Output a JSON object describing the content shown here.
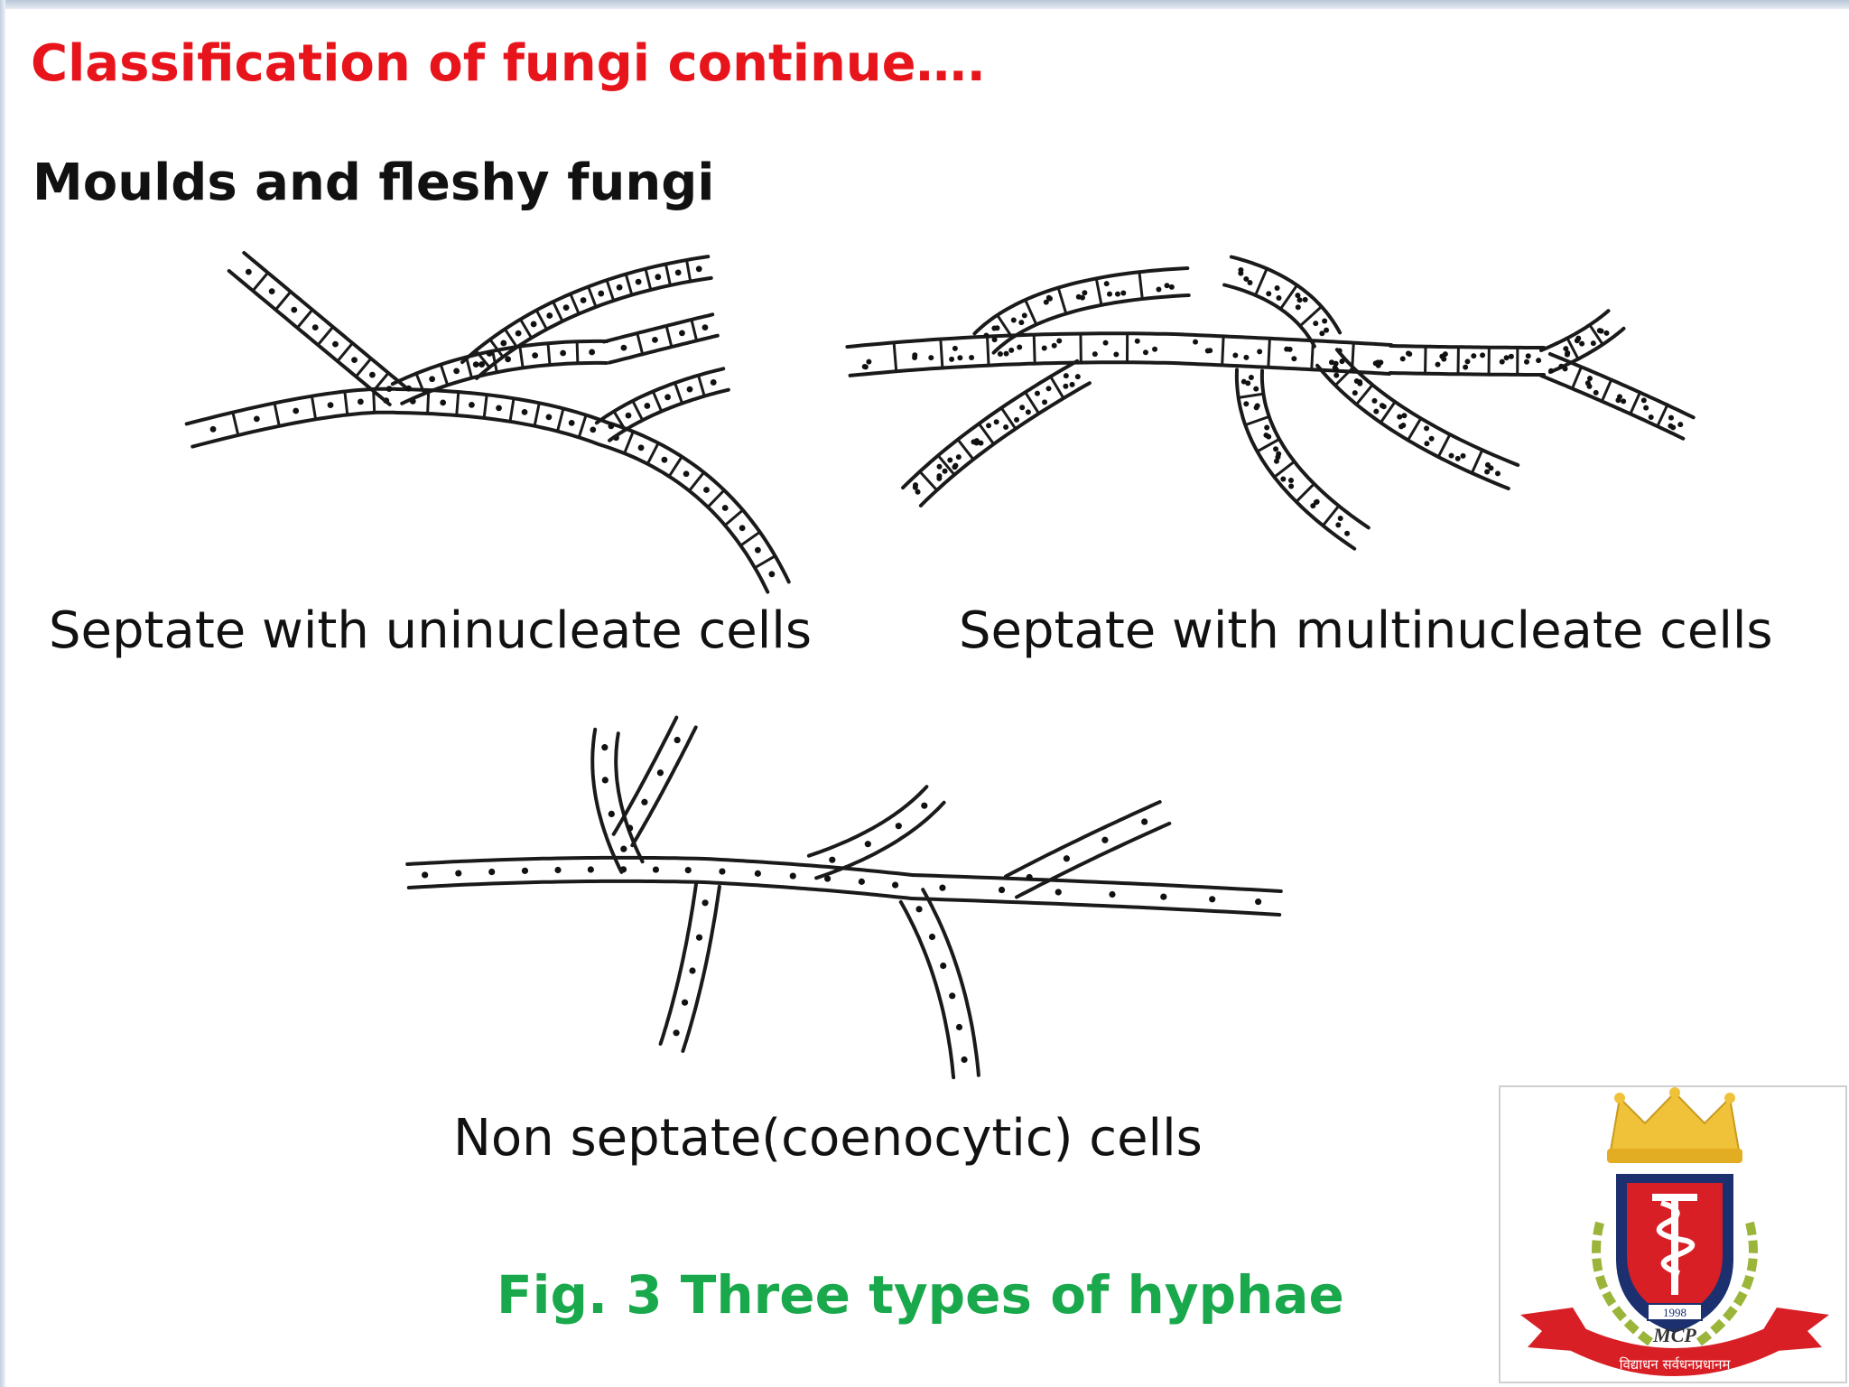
{
  "slide": {
    "title": "Classification of fungi continue….",
    "subtitle": "Moulds and fleshy fungi",
    "figure_caption": "Fig. 3 Three types of hyphae"
  },
  "panels": [
    {
      "name": "septate-uninucleate",
      "caption": "Septate with uninucleate cells"
    },
    {
      "name": "septate-multinucleate",
      "caption": "Septate with multinucleate cells"
    },
    {
      "name": "non-septate",
      "caption": "Non septate(coenocytic) cells"
    }
  ],
  "logo": {
    "year": "1998",
    "monogram": "MCP",
    "ribbon_text": "विद्याधन सर्वधनप्रधानम्",
    "colors": {
      "crown": "#f0c23a",
      "shield_red": "#d81f26",
      "shield_navy": "#1c2f6e",
      "laurel": "#9bb53a",
      "ribbon": "#d81f26"
    }
  },
  "colors": {
    "title": "#e8141b",
    "caption": "#1aa84c",
    "text": "#111111"
  }
}
